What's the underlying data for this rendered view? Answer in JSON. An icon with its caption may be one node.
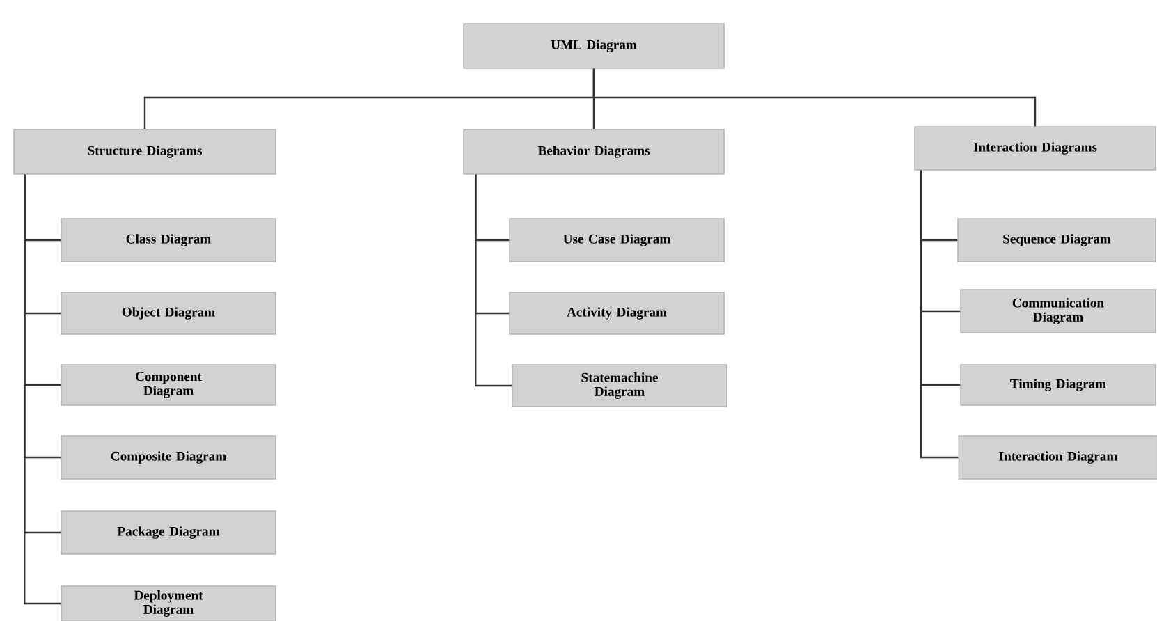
{
  "diagram": {
    "nodes": [
      {
        "text": [
          "UML Diagram"
        ]
      },
      {
        "text": [
          "Structure Diagrams"
        ]
      },
      {
        "text": [
          "Behavior Diagrams"
        ]
      },
      {
        "text": [
          "Interaction Diagrams"
        ]
      },
      {
        "text": [
          "Class Diagram"
        ]
      },
      {
        "text": [
          "Object Diagram"
        ]
      },
      {
        "text": [
          "Component Diagram"
        ]
      },
      {
        "text": [
          "Composite Diagram"
        ]
      },
      {
        "text": [
          "Package Diagram"
        ]
      },
      {
        "text": [
          "Deployment Diagram"
        ]
      },
      {
        "text": [
          "Use Case Diagram"
        ]
      },
      {
        "text": [
          "Activity Diagram"
        ]
      },
      {
        "text": [
          "Statemachine Diagram"
        ]
      },
      {
        "text": [
          "Sequence Diagram"
        ]
      },
      {
        "text": [
          "Communication Diagram"
        ]
      },
      {
        "text": [
          "Timing Diagram"
        ]
      },
      {
        "text": [
          "Interaction Diagram"
        ]
      }
    ],
    "edges": [
      {
        "from": 0,
        "to": 1,
        "arrow": "none"
      },
      {
        "from": 0,
        "to": 2,
        "arrow": "none"
      },
      {
        "from": 0,
        "to": 3,
        "arrow": "none"
      },
      {
        "from": 1,
        "to": 4,
        "arrow": "none"
      },
      {
        "from": 1,
        "to": 5,
        "arrow": "none"
      },
      {
        "from": 1,
        "to": 6,
        "arrow": "none"
      },
      {
        "from": 1,
        "to": 7,
        "arrow": "none"
      },
      {
        "from": 1,
        "to": 8,
        "arrow": "none"
      },
      {
        "from": 1,
        "to": 9,
        "arrow": "none"
      },
      {
        "from": 2,
        "to": 10,
        "arrow": "none"
      },
      {
        "from": 2,
        "to": 11,
        "arrow": "none"
      },
      {
        "from": 2,
        "to": 12,
        "arrow": "none"
      },
      {
        "from": 3,
        "to": 13,
        "arrow": "none"
      },
      {
        "from": 3,
        "to": 14,
        "arrow": "none"
      },
      {
        "from": 3,
        "to": 15,
        "arrow": "none"
      },
      {
        "from": 3,
        "to": 16,
        "arrow": "none"
      }
    ]
  }
}
